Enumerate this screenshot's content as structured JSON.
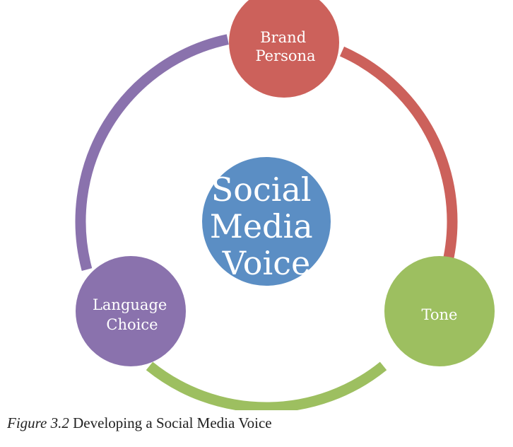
{
  "diagram": {
    "center": {
      "lines": [
        "Social",
        "Media",
        "Voice"
      ],
      "color": "#5b8ec4"
    },
    "nodes": [
      {
        "id": "brand-persona",
        "lines": [
          "Brand",
          "Persona"
        ],
        "color": "#cc615b"
      },
      {
        "id": "tone",
        "lines": [
          "Tone"
        ],
        "color": "#9dbf60"
      },
      {
        "id": "language-choice",
        "lines": [
          "Language",
          "Choice"
        ],
        "color": "#8a72ad"
      }
    ],
    "arcs": [
      {
        "from": "brand-persona",
        "to": "tone",
        "color": "#cc615b"
      },
      {
        "from": "tone",
        "to": "language-choice",
        "color": "#9dbf60"
      },
      {
        "from": "language-choice",
        "to": "brand-persona",
        "color": "#8a72ad"
      }
    ]
  },
  "caption": {
    "figure_number": "Figure 3.2",
    "text": "Developing a Social Media Voice"
  }
}
